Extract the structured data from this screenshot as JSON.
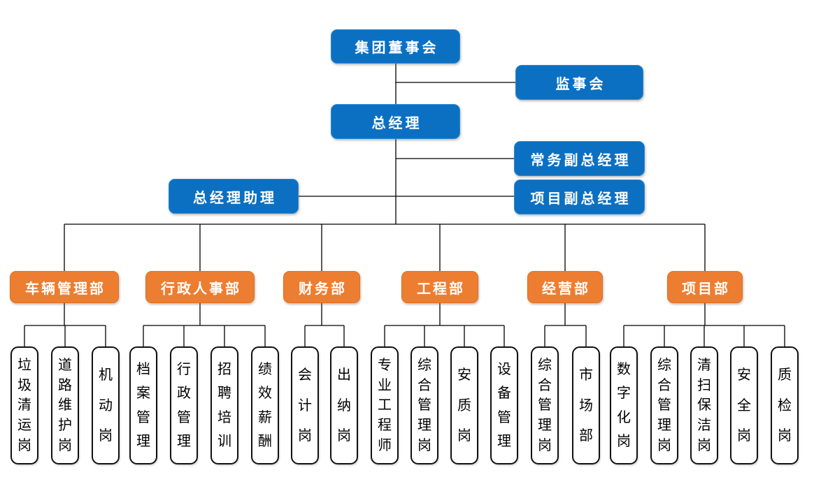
{
  "org": {
    "board": "集团董事会",
    "supervisory_board": "监事会",
    "general_manager": "总经理",
    "executive_deputy_gm": "常务副总经理",
    "gm_assistant": "总经理助理",
    "project_deputy_gm": "项目副总经理",
    "departments": [
      {
        "label": "车辆管理部",
        "children": [
          "垃圾清运岗",
          "道路维护岗",
          "机动岗"
        ]
      },
      {
        "label": "行政人事部",
        "children": [
          "档案管理",
          "行政管理",
          "招聘培训",
          "绩效薪酬"
        ]
      },
      {
        "label": "财务部",
        "children": [
          "会计岗",
          "出纳岗"
        ]
      },
      {
        "label": "工程部",
        "children": [
          "专业工程师",
          "综合管理岗",
          "安质岗",
          "设备管理"
        ]
      },
      {
        "label": "经营部",
        "children": [
          "综合管理岗",
          "市场部"
        ]
      },
      {
        "label": "项目部",
        "children": [
          "数字化岗",
          "综合管理岗",
          "清扫保洁岗",
          "安全岗",
          "质检岗"
        ]
      }
    ],
    "colors": {
      "primary_blue": "#0B70C2",
      "accent_orange": "#ED7D31",
      "position_box_bg": "#FFFFFF",
      "line": "#000000",
      "text_on_fill": "#FFFFFF",
      "text_on_white": "#000000"
    }
  }
}
